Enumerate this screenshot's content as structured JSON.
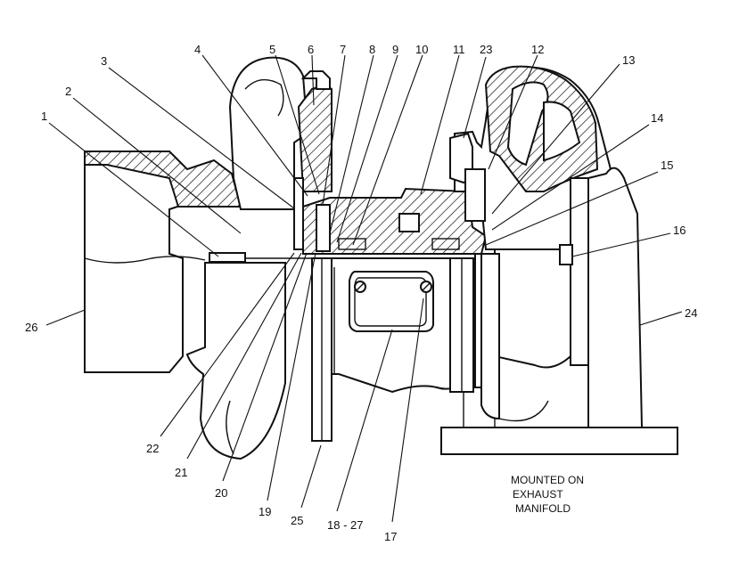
{
  "callouts": {
    "c1": "1",
    "c2": "2",
    "c3": "3",
    "c4": "4",
    "c5": "5",
    "c6": "6",
    "c7": "7",
    "c8": "8",
    "c9": "9",
    "c10": "10",
    "c11": "11",
    "c23": "23",
    "c12": "12",
    "c13": "13",
    "c14": "14",
    "c15": "15",
    "c16": "16",
    "c24": "24",
    "c26": "26",
    "c22": "22",
    "c21": "21",
    "c20": "20",
    "c19": "19",
    "c25": "25",
    "c18_27": "18 - 27",
    "c17": "17"
  },
  "note": {
    "line1": "MOUNTED ON",
    "line2": "EXHAUST",
    "line3": "MANIFOLD"
  }
}
